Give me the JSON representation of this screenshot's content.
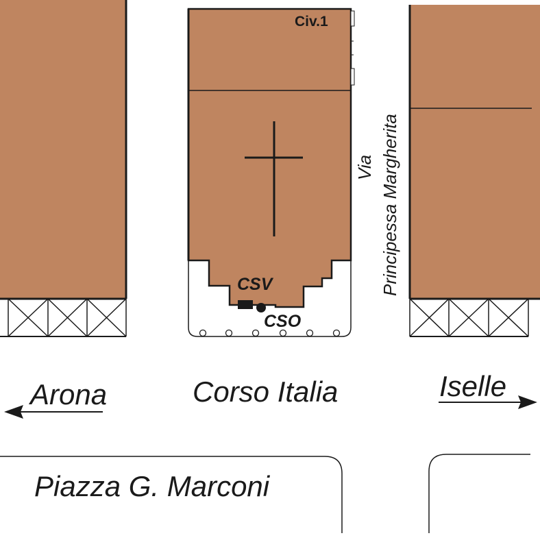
{
  "labels": {
    "civic_number": "Civ.1",
    "via": "Via",
    "street_side": "Principessa Margherita",
    "csv": "CSV",
    "cso": "CSO",
    "direction_left": "Arona",
    "main_road": "Corso Italia",
    "direction_right": "Iselle",
    "square": "Piazza G. Marconi"
  },
  "colors": {
    "building": "#bf8560",
    "outline": "#1a1a1a",
    "background": "#ffffff"
  },
  "symbols": {
    "church": "cross-icon",
    "arcade": "crossed-box-icon",
    "bollard": "circle-icon",
    "valve": "square-icon",
    "manhole": "filled-circle-icon",
    "direction": "arrow-icon"
  }
}
